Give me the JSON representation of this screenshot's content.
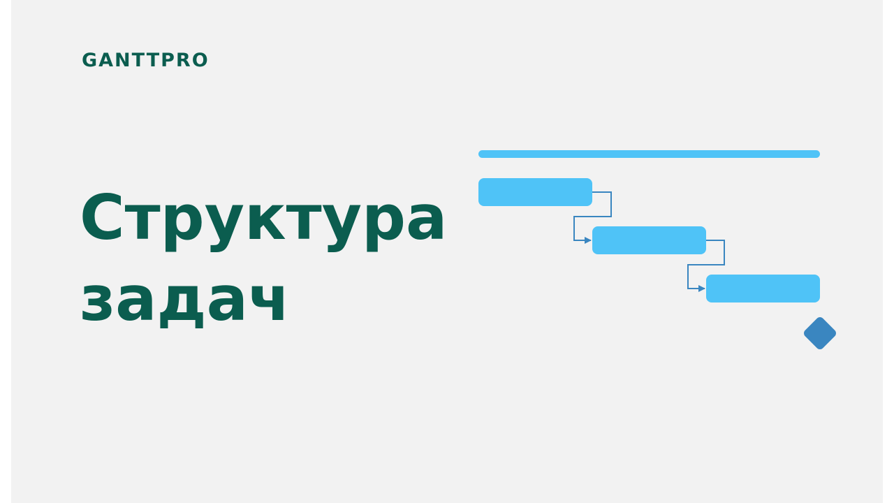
{
  "brand": {
    "logo_text": "GANTTPRO"
  },
  "title": {
    "line1": "Структура",
    "line2": "задач"
  },
  "colors": {
    "background": "#f2f2f2",
    "brand_green": "#0b5d4f",
    "task_bar": "#4fc3f7",
    "summary_bar": "#4fc3f7",
    "dependency_line": "#3a86c0",
    "milestone": "#3a86c0"
  }
}
